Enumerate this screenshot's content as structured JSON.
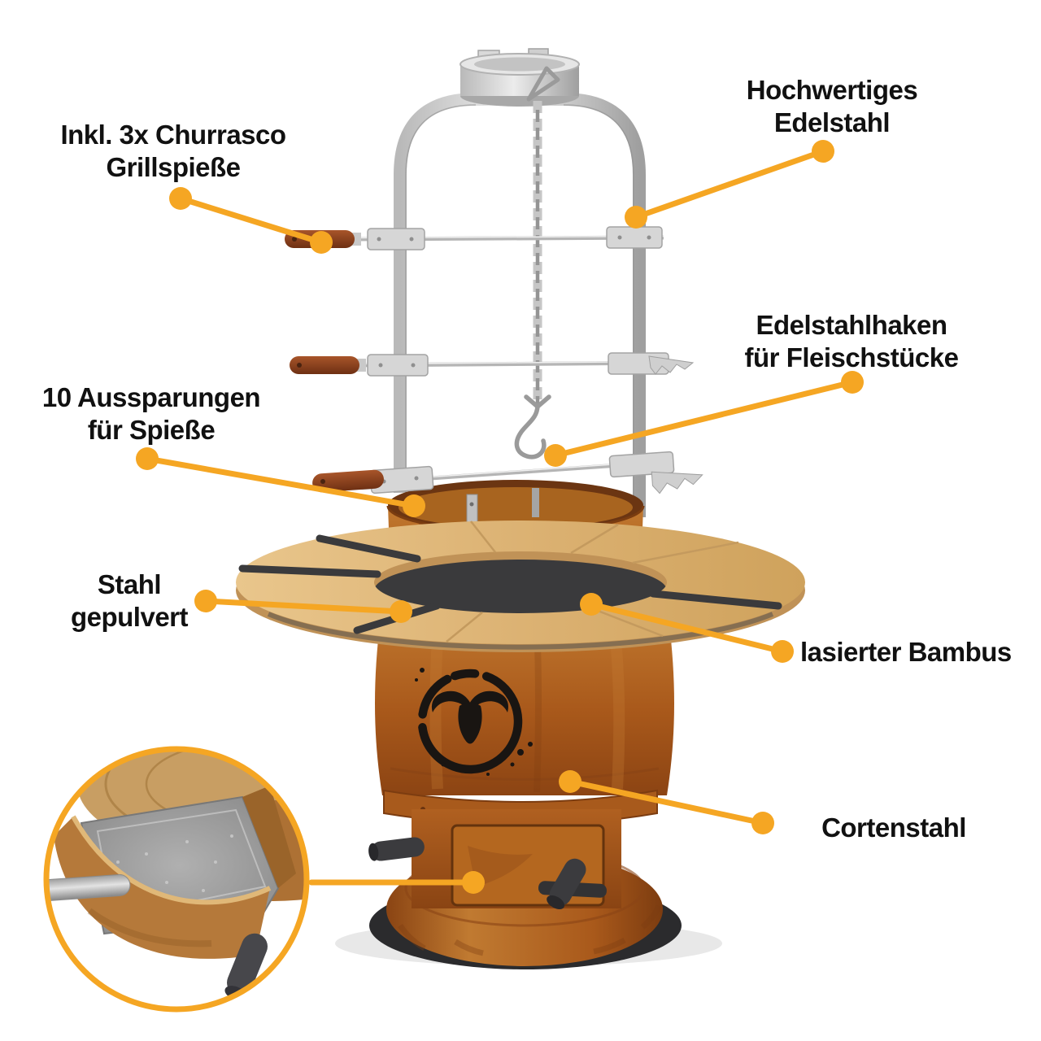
{
  "colors": {
    "background": "#FFFFFF",
    "accent": "#F5A623",
    "text": "#111111",
    "corten_rust": "#A9591B",
    "bamboo": "#D9AE6E",
    "stainless": "#CFCFCF"
  },
  "callouts": {
    "churrasco": {
      "text": "Inkl. 3x Churrasco\nGrillspieße"
    },
    "edelstahl": {
      "text": "Hochwertiges\nEdelstahl"
    },
    "haken": {
      "text": "Edelstahlhaken\nfür Fleischstücke"
    },
    "aussparungen": {
      "text": "10 Aussparungen\nfür Spieße"
    },
    "stahl": {
      "text": "Stahl\ngepulvert"
    },
    "bambus": {
      "text": "lasierter Bambus"
    },
    "cortenstahl": {
      "text": "Cortenstahl"
    }
  },
  "icons": {
    "bull_logo": "bull-skull-in-brush-circle"
  }
}
